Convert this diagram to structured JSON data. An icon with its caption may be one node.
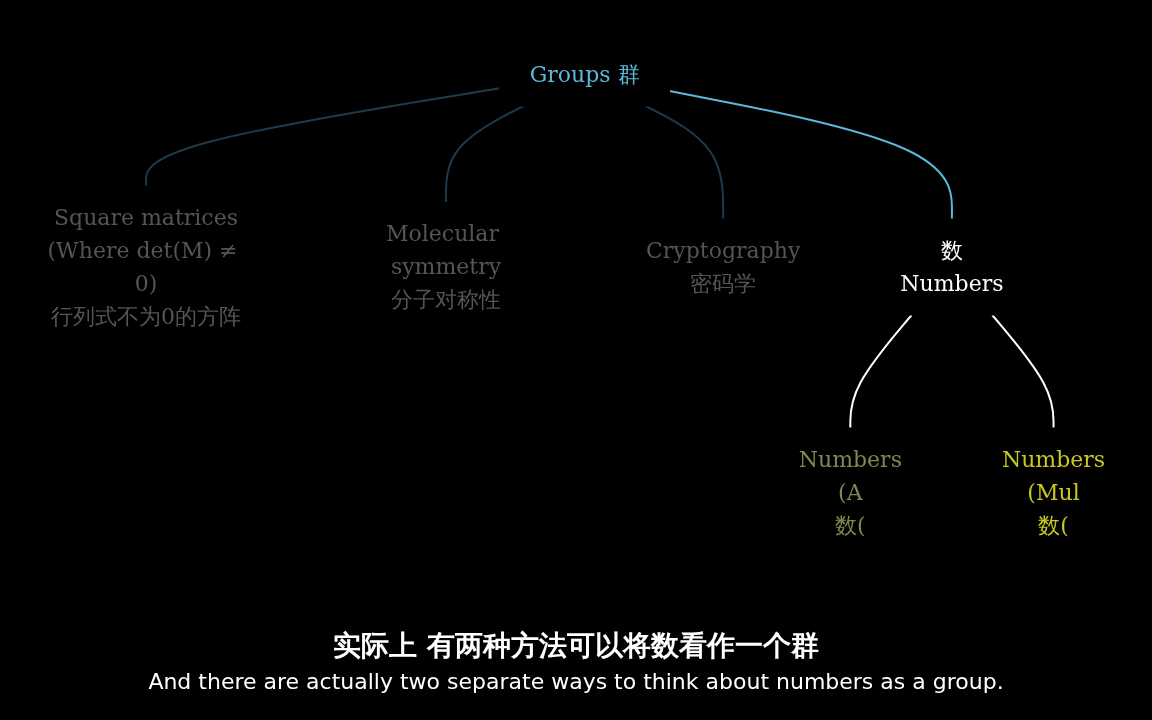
{
  "diagram": {
    "nodes": [
      {
        "text": [
          "Groups 群"
        ]
      },
      {
        "text": [
          "Square matrices",
          "(Where det(M) ≠ 0)",
          "行列式不为0的方阵"
        ]
      },
      {
        "text": [
          "Molecular symmetry",
          "分子对称性"
        ]
      },
      {
        "text": [
          "Cryptography",
          "密码学"
        ]
      },
      {
        "text": [
          "数",
          "Numbers"
        ]
      },
      {
        "text": [
          "Numbers",
          "(A",
          "数("
        ]
      },
      {
        "text": [
          "Numbers",
          "(Mul",
          "数("
        ]
      }
    ],
    "edges": [
      {
        "from": 0,
        "to": 1,
        "arrow": "none"
      },
      {
        "from": 0,
        "to": 2,
        "arrow": "none"
      },
      {
        "from": 0,
        "to": 3,
        "arrow": "none"
      },
      {
        "from": 0,
        "to": 4,
        "arrow": "none",
        "color": "#5bb8d8"
      },
      {
        "from": 4,
        "to": 5,
        "arrow": "none",
        "color": "#ffffff"
      },
      {
        "from": 4,
        "to": 6,
        "arrow": "none",
        "color": "#ffffff"
      }
    ],
    "labels": [
      "实际上 有两种方法可以将数看作一个群",
      "And there are actually two separate ways to think about numbers as a group."
    ]
  }
}
